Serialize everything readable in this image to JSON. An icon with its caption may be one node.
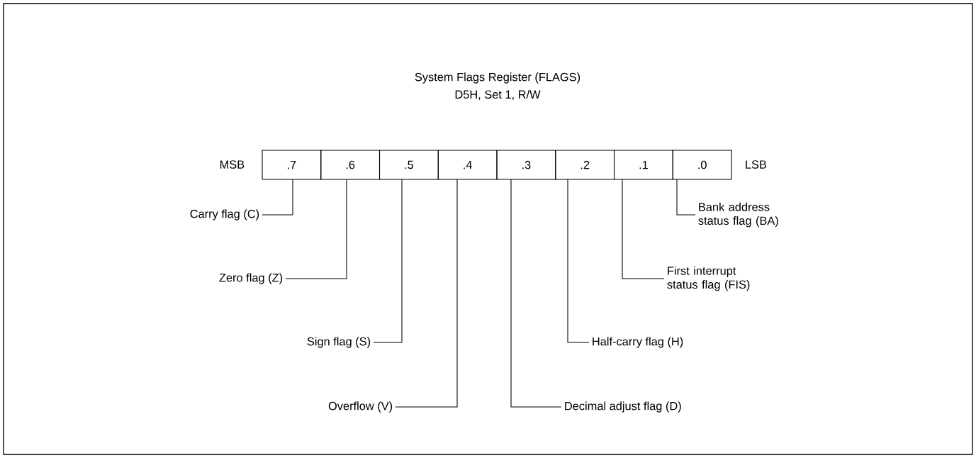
{
  "diagram": {
    "title": "System Flags Register (FLAGS)",
    "nodes": [
      {
        "text": [
          ".7"
        ]
      },
      {
        "text": [
          ".6"
        ]
      },
      {
        "text": [
          ".5"
        ]
      },
      {
        "text": [
          ".4"
        ]
      },
      {
        "text": [
          ".3"
        ]
      },
      {
        "text": [
          ".2"
        ]
      },
      {
        "text": [
          ".1"
        ]
      },
      {
        "text": [
          ".0"
        ]
      },
      {
        "text": [
          "Carry flag (C)"
        ]
      },
      {
        "text": [
          "Zero flag (Z)"
        ]
      },
      {
        "text": [
          "Sign flag (S)"
        ]
      },
      {
        "text": [
          "Overflow (V)"
        ]
      },
      {
        "text": [
          "Decimal adjust flag (D)"
        ]
      },
      {
        "text": [
          "Half-carry flag (H)"
        ]
      },
      {
        "text": [
          "First interrupt status flag (FIS)"
        ]
      },
      {
        "text": [
          "Bank address status flag (BA)"
        ]
      }
    ],
    "edges": [
      {
        "from": 8,
        "to": 0,
        "arrow": "none"
      },
      {
        "from": 9,
        "to": 1,
        "arrow": "none"
      },
      {
        "from": 10,
        "to": 2,
        "arrow": "none"
      },
      {
        "from": 11,
        "to": 3,
        "arrow": "none"
      },
      {
        "from": 12,
        "to": 4,
        "arrow": "none"
      },
      {
        "from": 13,
        "to": 5,
        "arrow": "none"
      },
      {
        "from": 14,
        "to": 6,
        "arrow": "none"
      },
      {
        "from": 15,
        "to": 7,
        "arrow": "none"
      }
    ],
    "labels": [
      "D5H, Set 1, R/W",
      "MSB",
      "LSB"
    ]
  }
}
